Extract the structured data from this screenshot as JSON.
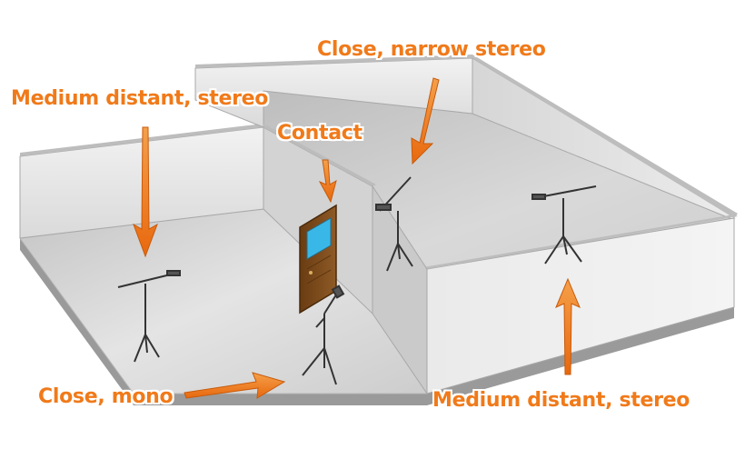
{
  "labels": {
    "close_narrow_stereo": "Close, narrow stereo",
    "medium_distant_stereo_left": "Medium distant, stereo",
    "contact": "Contact",
    "close_mono": "Close, mono",
    "medium_distant_stereo_right": "Medium distant, stereo"
  },
  "colors": {
    "accent": "#f07a1a",
    "accent_dark": "#c85a0a",
    "wall_light": "#e9e9e9",
    "wall_mid": "#cfcfcf",
    "floor": "#d2d2d2",
    "door": "#7a4a1c",
    "door_window": "#39b8e8",
    "stand": "#333333"
  },
  "icons": [
    "microphone-stand-icon",
    "door-icon",
    "arrow-icon"
  ]
}
